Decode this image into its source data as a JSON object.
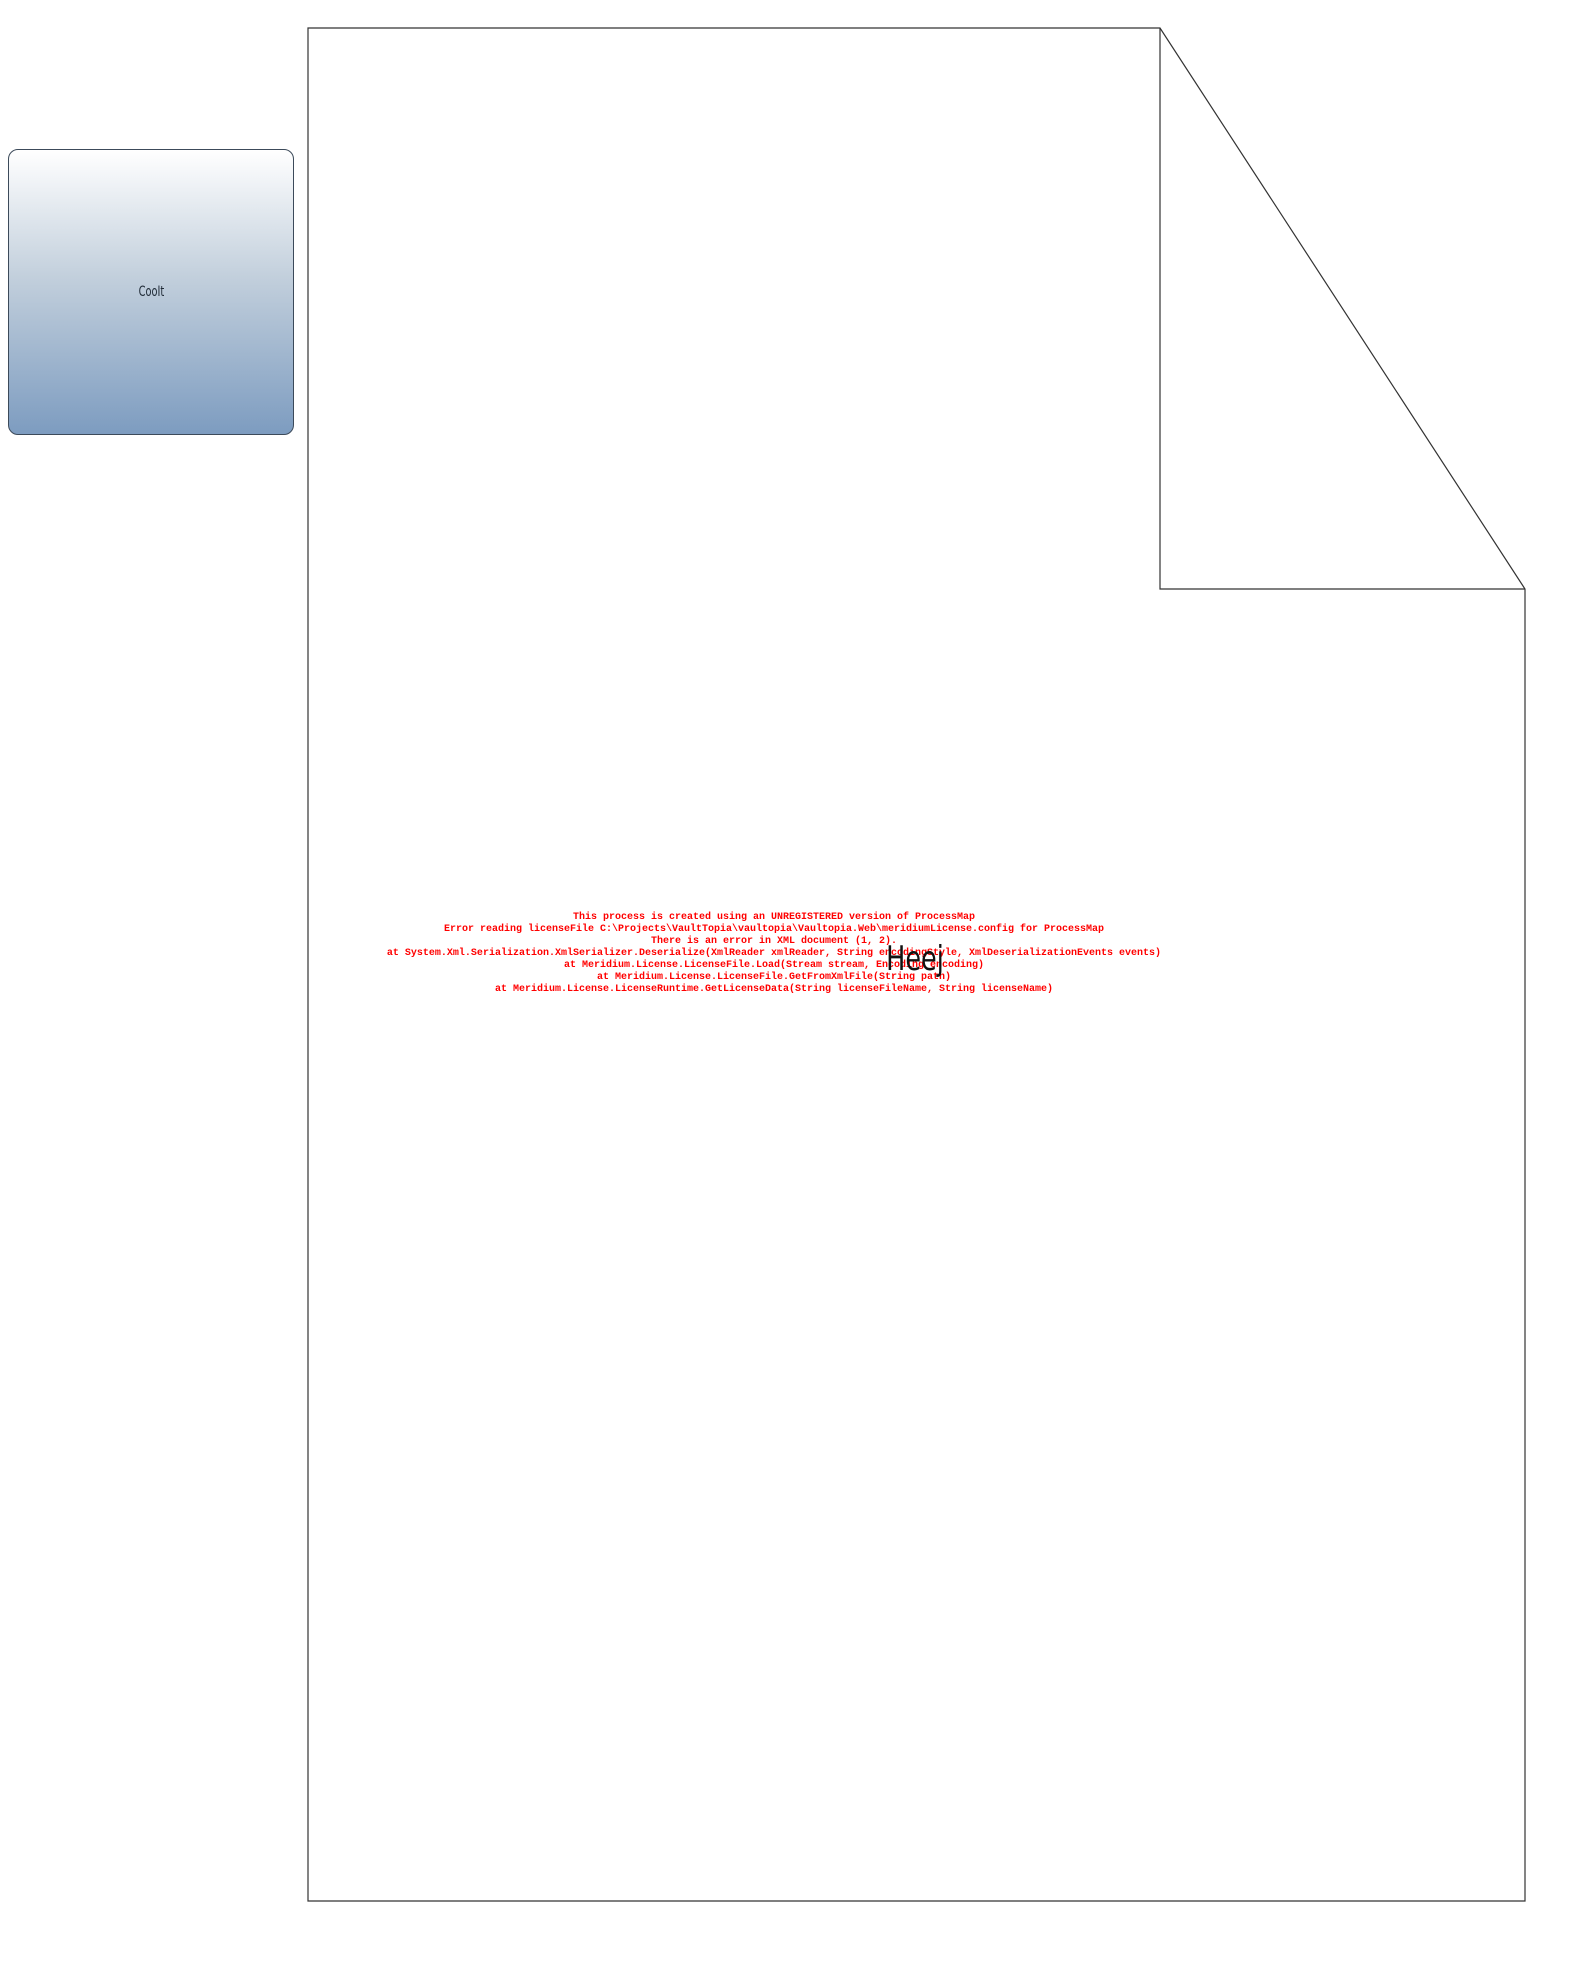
{
  "diagram": {
    "task": {
      "label": "CooIt"
    },
    "document": {
      "label": "Heej"
    },
    "colors": {
      "stroke": "#333333",
      "task_gradient_top": "#ffffff",
      "task_gradient_bottom": "#7d9cc0",
      "watermark_text": "#ff0000"
    }
  },
  "watermark": {
    "lines": [
      "This process is created using an UNREGISTERED version of ProcessMap",
      "Error reading licenseFile C:\\Projects\\VaultTopia\\vaultopia\\Vaultopia.Web\\meridiumLicense.config for ProcessMap",
      "There is an error in XML document (1, 2).",
      "at System.Xml.Serialization.XmlSerializer.Deserialize(XmlReader xmlReader, String encodingStyle, XmlDeserializationEvents events)",
      "at Meridium.License.LicenseFile.Load(Stream stream, Encoding encoding)",
      "at Meridium.License.LicenseFile.GetFromXmlFile(String path)",
      "at Meridium.License.LicenseRuntime.GetLicenseData(String licenseFileName, String licenseName)"
    ]
  }
}
